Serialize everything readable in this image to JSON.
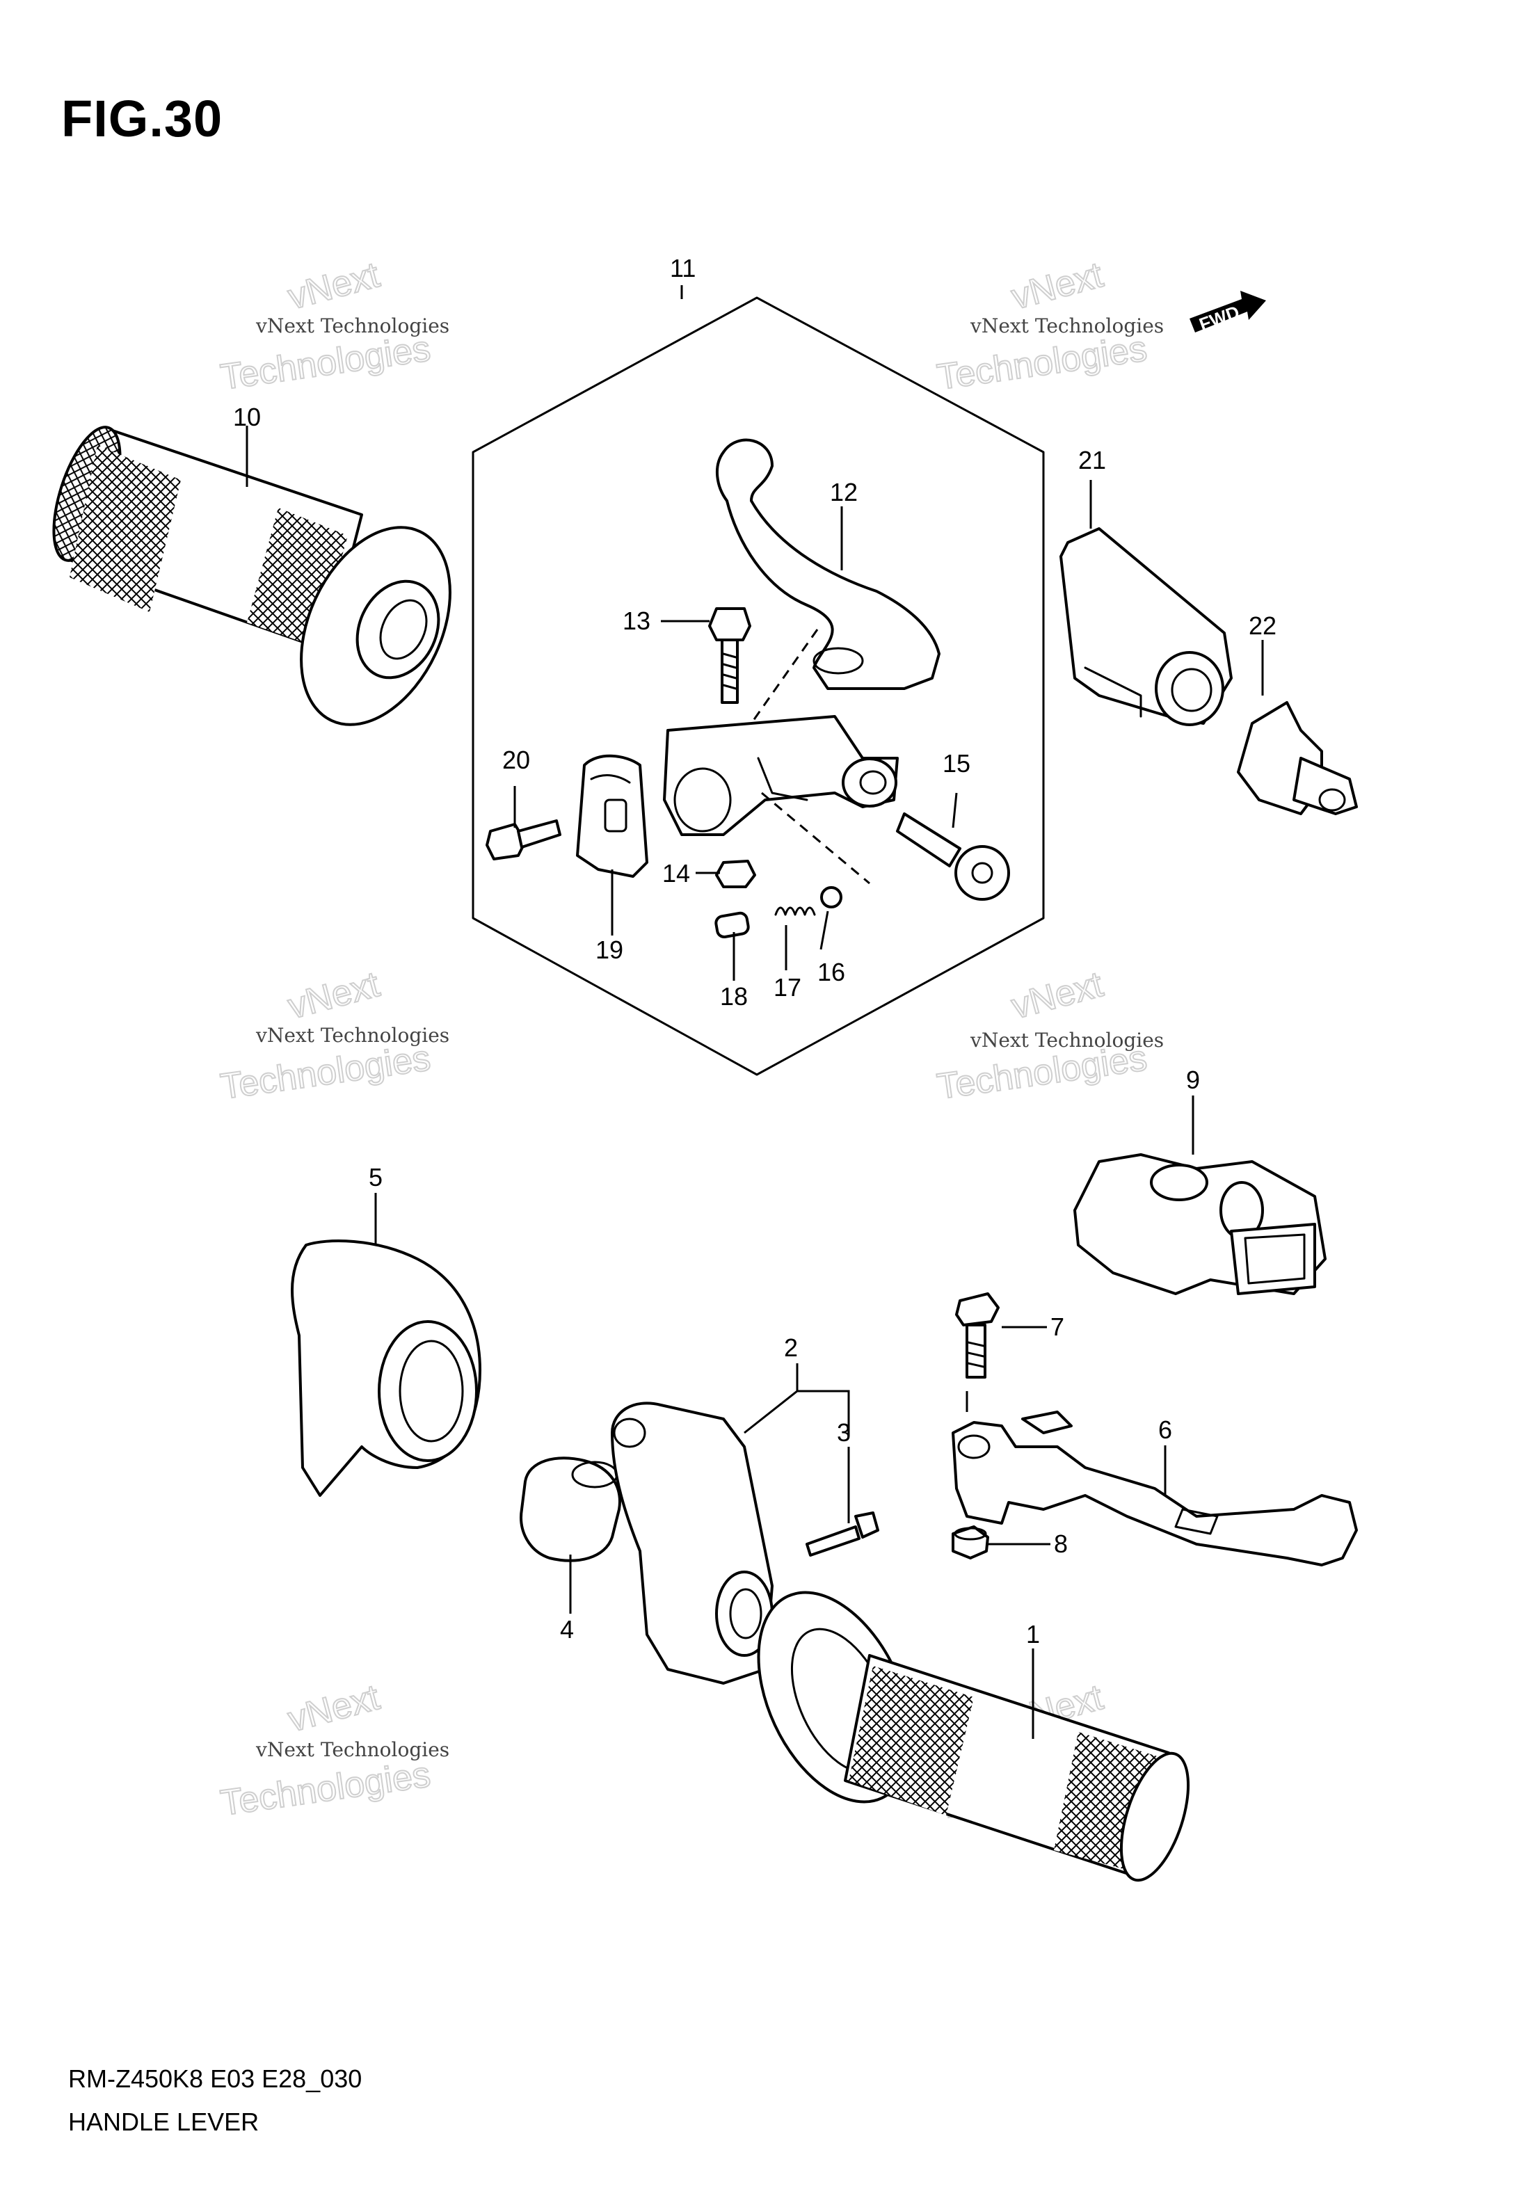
{
  "figure_title": "FIG.30",
  "footer": {
    "code": "RM-Z450K8 E03 E28_030",
    "name": "HANDLE LEVER"
  },
  "fwd_label": "FWD",
  "watermark": {
    "line1": "vNext Technologies",
    "line2": "vNext",
    "line3": "Technologies"
  },
  "callouts": {
    "c1": "1",
    "c2": "2",
    "c3": "3",
    "c4": "4",
    "c5": "5",
    "c6": "6",
    "c7": "7",
    "c8": "8",
    "c9": "9",
    "c10": "10",
    "c11": "11",
    "c12": "12",
    "c13": "13",
    "c14": "14",
    "c15": "15",
    "c16": "16",
    "c17": "17",
    "c18": "18",
    "c19": "19",
    "c20": "20",
    "c21": "21",
    "c22": "22"
  }
}
